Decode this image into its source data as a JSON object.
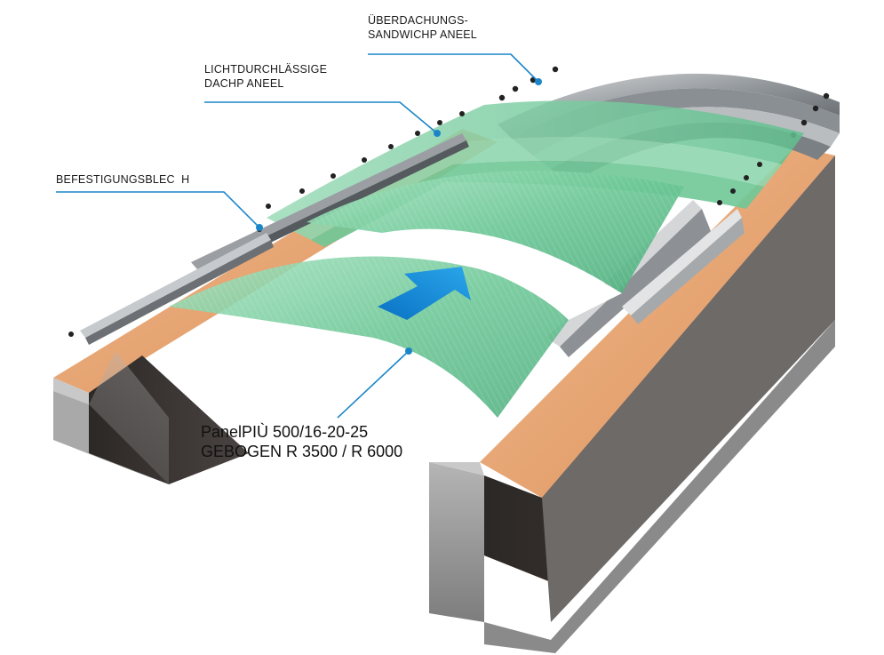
{
  "labels": {
    "sandwich_panel": {
      "line1": "ÜBERDACHUNGS-",
      "line2": "SANDWICHP ANEEL"
    },
    "translucent_panel": {
      "line1": "LICHTDURCHLÄSSIGE",
      "line2": "DACHP ANEEL"
    },
    "fixing_plate": {
      "line1": "BEFESTIGUNGSBLEC  H"
    },
    "product": {
      "line1": "PanelPIÙ 500/16-20-25",
      "line2": "GEBOGEN R 3500 / R 6000"
    }
  },
  "colors": {
    "callout_line": "#1a86c8",
    "arrow": "#1490d8",
    "concrete_top": "#e8a26c",
    "concrete_side": "#9a9a9a",
    "concrete_dark": "#3a3634",
    "polycarbonate": "#7fd1a4",
    "metal_panel": "#9fa3a6"
  }
}
